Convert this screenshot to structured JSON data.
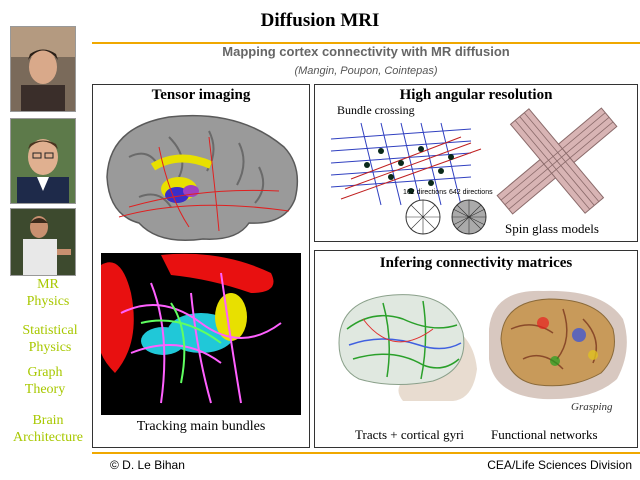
{
  "slide": {
    "title": "Diffusion MRI",
    "subtitle": "Mapping cortex connectivity with MR diffusion",
    "authors": "(Mangin, Poupon, Cointepas)"
  },
  "sidebar": {
    "labels": [
      {
        "line1": "MR",
        "line2": "Physics"
      },
      {
        "line1": "Statistical",
        "line2": "Physics"
      },
      {
        "line1": "Graph",
        "line2": "Theory"
      },
      {
        "line1": "Brain",
        "line2": "Architecture"
      }
    ]
  },
  "panels": {
    "tensor": {
      "title": "Tensor imaging",
      "caption": "Tracking main bundles"
    },
    "angular": {
      "title": "High angular resolution",
      "bundle_label": "Bundle crossing",
      "dir_162": "162 directions",
      "dir_642": "642 directions",
      "spin_label": "Spin glass models"
    },
    "connectivity": {
      "title": "Infering connectivity matrices",
      "grasping": "Grasping",
      "tracts_caption": "Tracts + cortical gyri",
      "functional_caption": "Functional networks"
    }
  },
  "footer": {
    "left": "© D. Le Bihan",
    "right": "CEA/Life Sciences Division"
  },
  "colors": {
    "accent_rule": "#f0a800",
    "sidebar_text": "#a8c800"
  }
}
